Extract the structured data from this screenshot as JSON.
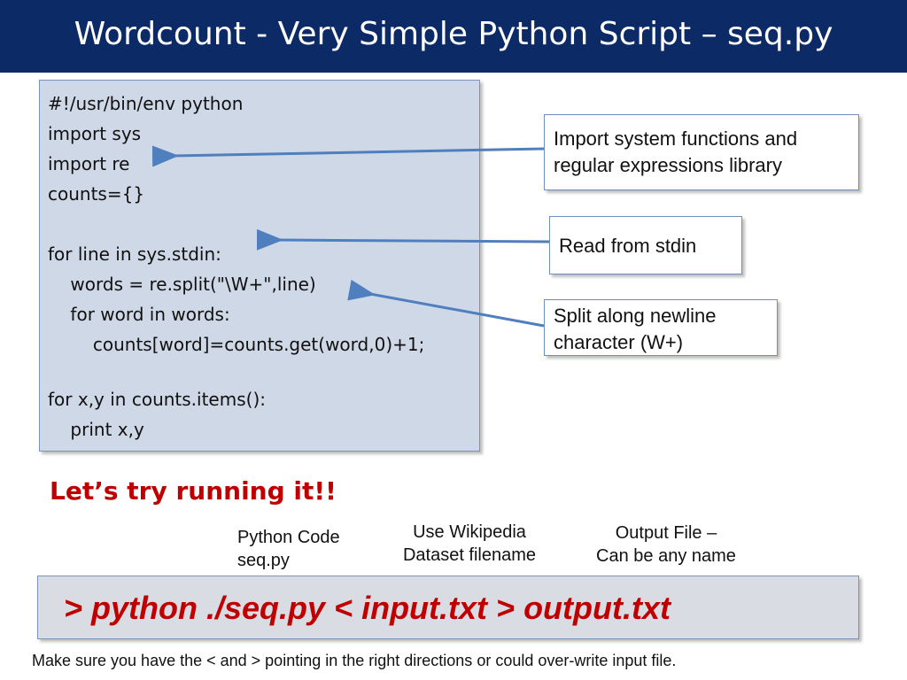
{
  "slide": {
    "title": "Wordcount - Very Simple Python Script – seq.py"
  },
  "code": {
    "lines": [
      "#!/usr/bin/env python",
      "import sys",
      "import re",
      "counts={}",
      "for line in sys.stdin:",
      "    words = re.split(\"\\W+\",line)",
      "    for word in words:",
      "        counts[word]=counts.get(word,0)+1;",
      "for x,y in counts.items():",
      "    print x,y"
    ]
  },
  "callouts": {
    "imports": [
      "Import system functions and",
      "regular expressions library"
    ],
    "stdin": "Read from stdin",
    "split": [
      "Split along newline",
      "character (W+)"
    ]
  },
  "run": {
    "heading": "Let’s try running it!!",
    "labels": {
      "python_code": [
        "Python Code",
        "seq.py"
      ],
      "dataset": [
        "Use Wikipedia",
        "Dataset filename"
      ],
      "output": [
        "Output File –",
        "Can be any name"
      ]
    },
    "command": "> python ./seq.py < input.txt > output.txt",
    "note": "Make sure you have the < and > pointing in the right directions or could over-write input file."
  },
  "colors": {
    "title_bar": "#0c2a66",
    "code_bg": "#cfd8e6",
    "accent_red": "#c00000",
    "arrow": "#4f7fbf"
  }
}
